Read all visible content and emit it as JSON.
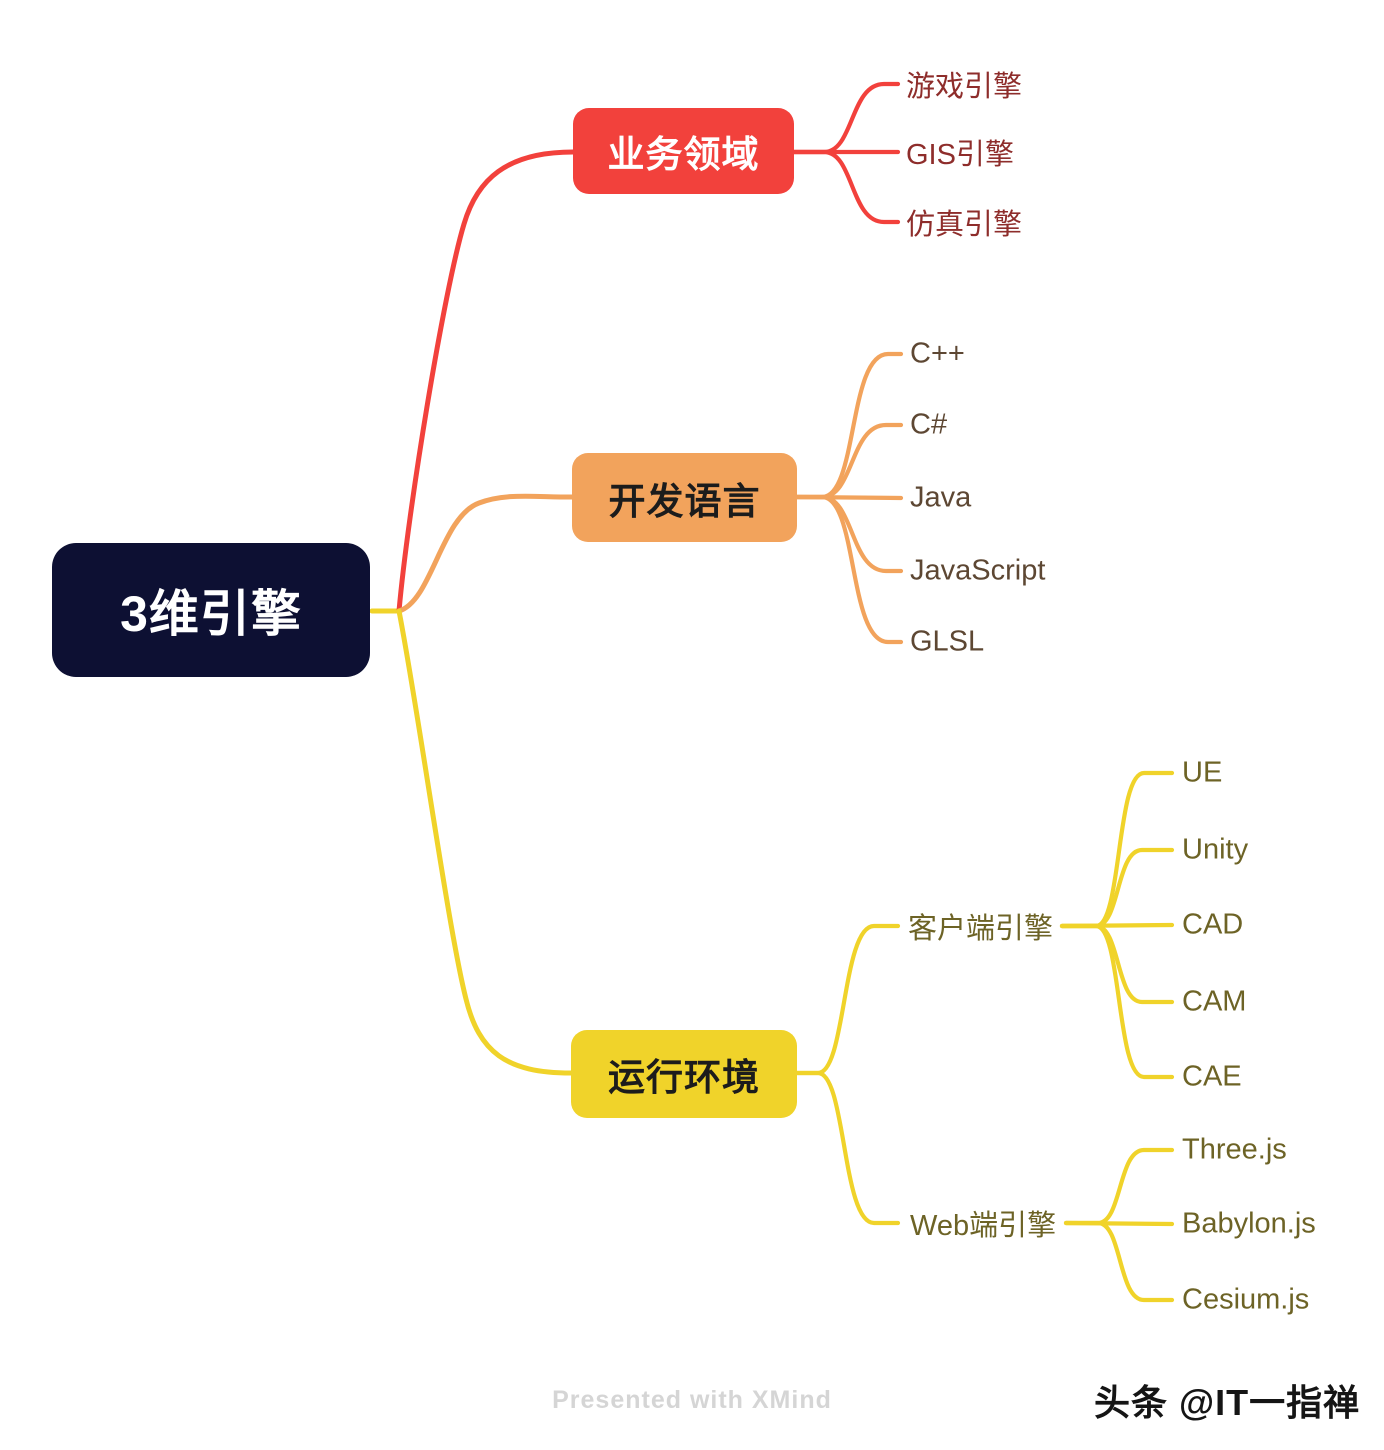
{
  "colors": {
    "background": "#ffffff",
    "root_bg": "#0d1033",
    "root_text": "#ffffff",
    "red_branch": "#f2413c",
    "red_leaf_text": "#8e2d2b",
    "orange_branch": "#f2a35c",
    "orange_leaf_text": "#5d4733",
    "yellow_branch": "#f0d32a",
    "yellow_leaf_text": "#6d6326",
    "branch_text_dark": "#1c1c1c",
    "watermark_gray": "#d5d5d5",
    "credit_black": "#151515"
  },
  "root": {
    "label": "3维引擎"
  },
  "branches": [
    {
      "label": "业务领域",
      "color": "#f2413c",
      "children": [
        {
          "label": "游戏引擎"
        },
        {
          "label": "GIS引擎"
        },
        {
          "label": "仿真引擎"
        }
      ]
    },
    {
      "label": "开发语言",
      "color": "#f2a35c",
      "children": [
        {
          "label": "C++"
        },
        {
          "label": "C#"
        },
        {
          "label": "Java"
        },
        {
          "label": "JavaScript"
        },
        {
          "label": "GLSL"
        }
      ]
    },
    {
      "label": "运行环境",
      "color": "#f0d32a",
      "children": [
        {
          "label": "客户端引擎",
          "children": [
            {
              "label": "UE"
            },
            {
              "label": "Unity"
            },
            {
              "label": "CAD"
            },
            {
              "label": "CAM"
            },
            {
              "label": "CAE"
            }
          ]
        },
        {
          "label": "Web端引擎",
          "children": [
            {
              "label": "Three.js"
            },
            {
              "label": "Babylon.js"
            },
            {
              "label": "Cesium.js"
            }
          ]
        }
      ]
    }
  ],
  "footer": {
    "watermark": "Presented with XMind",
    "credit": "头条 @IT一指禅"
  }
}
